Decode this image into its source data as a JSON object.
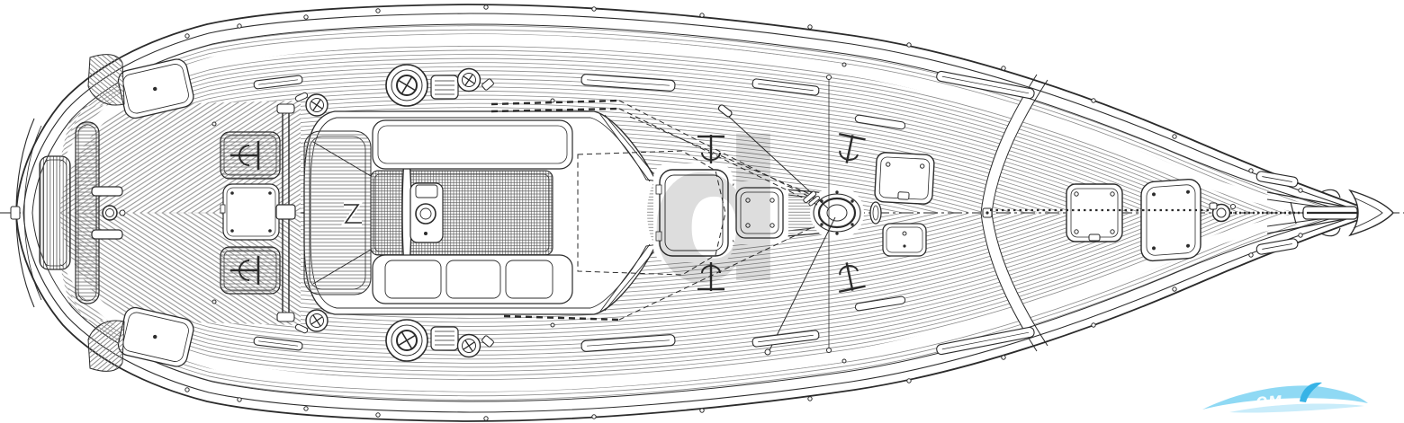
{
  "meta": {
    "type": "technical line drawing",
    "subject": "sailing yacht deck plan, top view"
  },
  "watermarks": {
    "center_letter": "d",
    "swoosh_text": "OM"
  },
  "palette": {
    "paper": "#ffffff",
    "ink": "#2b2b2b",
    "hatch_gray": "#8a8a8a",
    "watermark_gray": "#c1c1c1",
    "swoosh_blue": "#8fd9f4",
    "swoosh_deep_blue": "#37b3e6",
    "swoosh_pale_blue": "#c9ecfa"
  }
}
